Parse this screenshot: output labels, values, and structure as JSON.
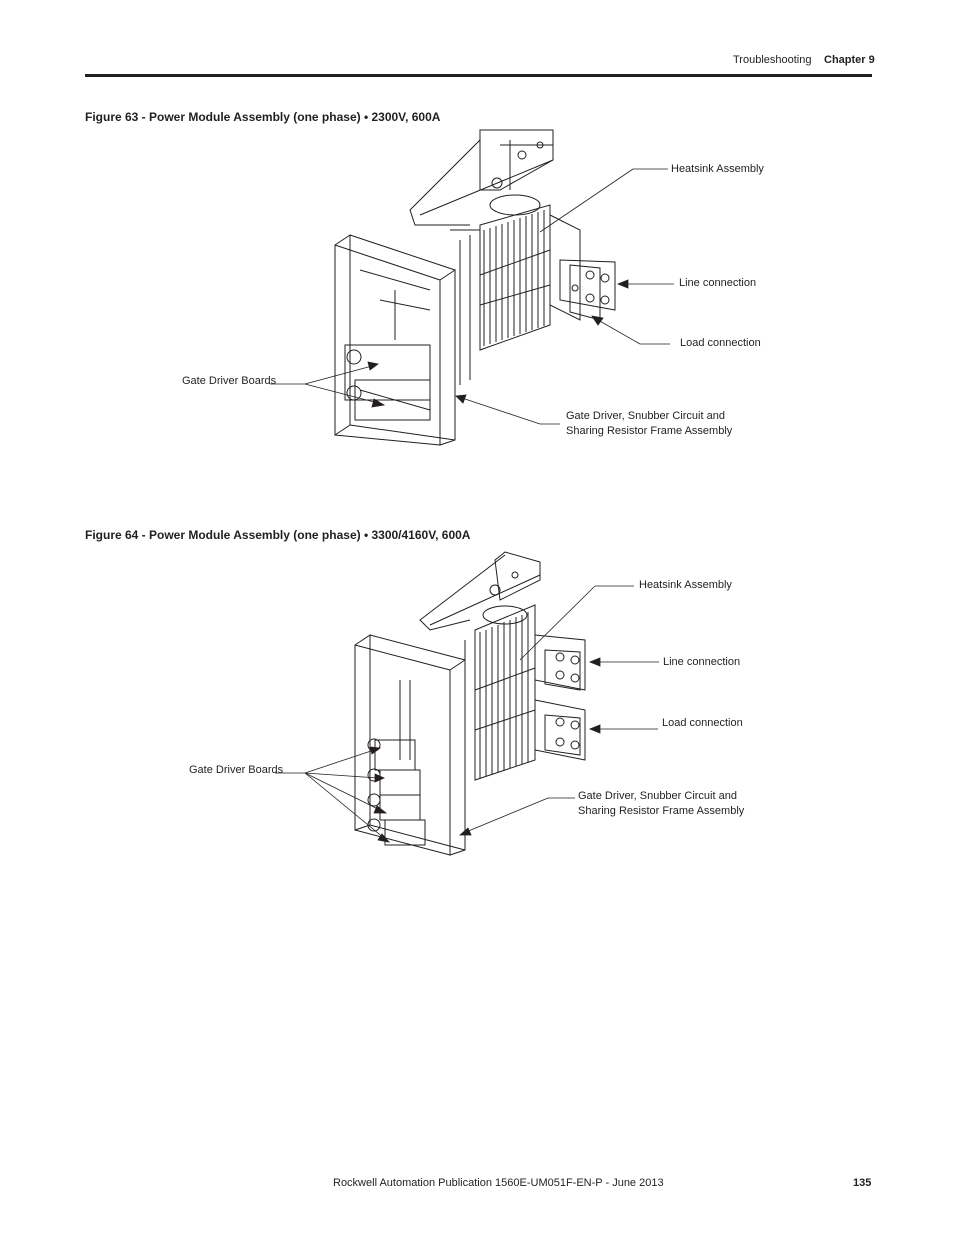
{
  "header": {
    "section": "Troubleshooting",
    "chapter": "Chapter 9"
  },
  "figures": [
    {
      "title": "Figure 63 - Power Module Assembly (one phase) • 2300V, 600A",
      "callouts": {
        "heatsink": "Heatsink Assembly",
        "line": "Line connection",
        "load": "Load connection",
        "gate_boards": "Gate Driver Boards",
        "frame_line1": "Gate Driver, Snubber Circuit and",
        "frame_line2": "Sharing Resistor Frame Assembly"
      }
    },
    {
      "title": "Figure 64 - Power Module Assembly (one phase) • 3300/4160V, 600A",
      "callouts": {
        "heatsink": "Heatsink Assembly",
        "line": "Line connection",
        "load": "Load connection",
        "gate_boards": "Gate Driver Boards",
        "frame_line1": "Gate Driver, Snubber Circuit and",
        "frame_line2": "Sharing Resistor Frame Assembly"
      }
    }
  ],
  "footer": {
    "publication": "Rockwell Automation Publication 1560E-UM051F-EN-P - June 2013",
    "page_number": "135"
  }
}
